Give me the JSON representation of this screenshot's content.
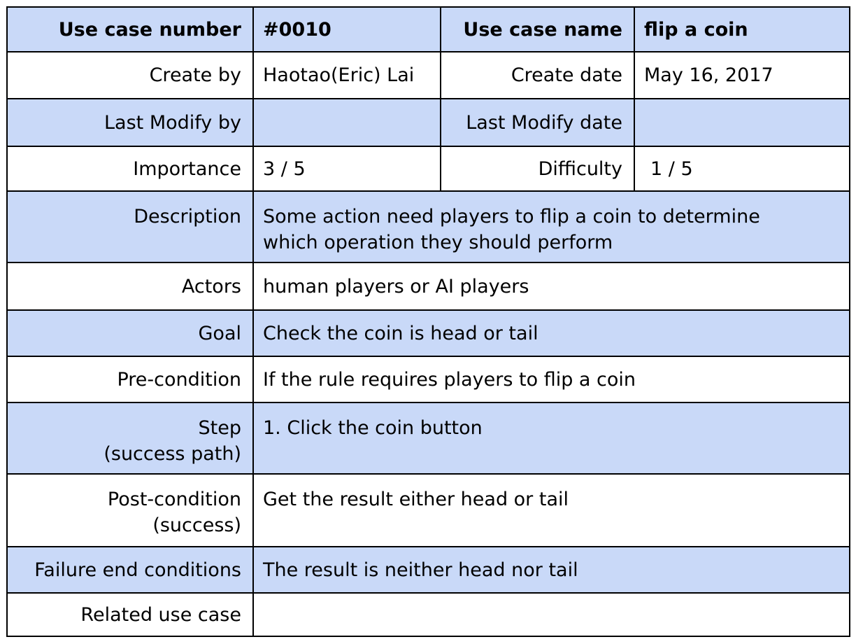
{
  "header": {
    "use_case_number_label": "Use case number",
    "use_case_number": "#0010",
    "use_case_name_label": "Use case name",
    "use_case_name": "flip a coin"
  },
  "meta": {
    "create_by_label": "Create by",
    "create_by": "Haotao(Eric) Lai",
    "create_date_label": "Create date",
    "create_date": "May 16, 2017",
    "last_modify_by_label": "Last Modify by",
    "last_modify_by": "",
    "last_modify_date_label": "Last Modify date",
    "last_modify_date": "",
    "importance_label": "Importance",
    "importance": "3 / 5",
    "difficulty_label": "Difficulty",
    "difficulty": "1 / 5"
  },
  "details": {
    "description_label": "Description",
    "description_line1": "Some action need players to flip a coin to determine",
    "description_line2": "which operation they should perform",
    "actors_label": "Actors",
    "actors": "human players or AI players",
    "goal_label": "Goal",
    "goal": "Check the coin is head or tail",
    "precondition_label": "Pre-condition",
    "precondition": "If the rule requires players to flip a coin",
    "step_label_line1": "Step",
    "step_label_line2": "(success path)",
    "step": "1. Click the coin button",
    "postcondition_label_line1": "Post-condition",
    "postcondition_label_line2": "(success)",
    "postcondition": "Get the result either head or tail",
    "failure_label": "Failure end conditions",
    "failure": "The result is neither head nor tail",
    "related_label": "Related use case",
    "related": ""
  },
  "colors": {
    "row_blue": "#c9d9f8",
    "row_white": "#ffffff",
    "border": "#000000"
  }
}
